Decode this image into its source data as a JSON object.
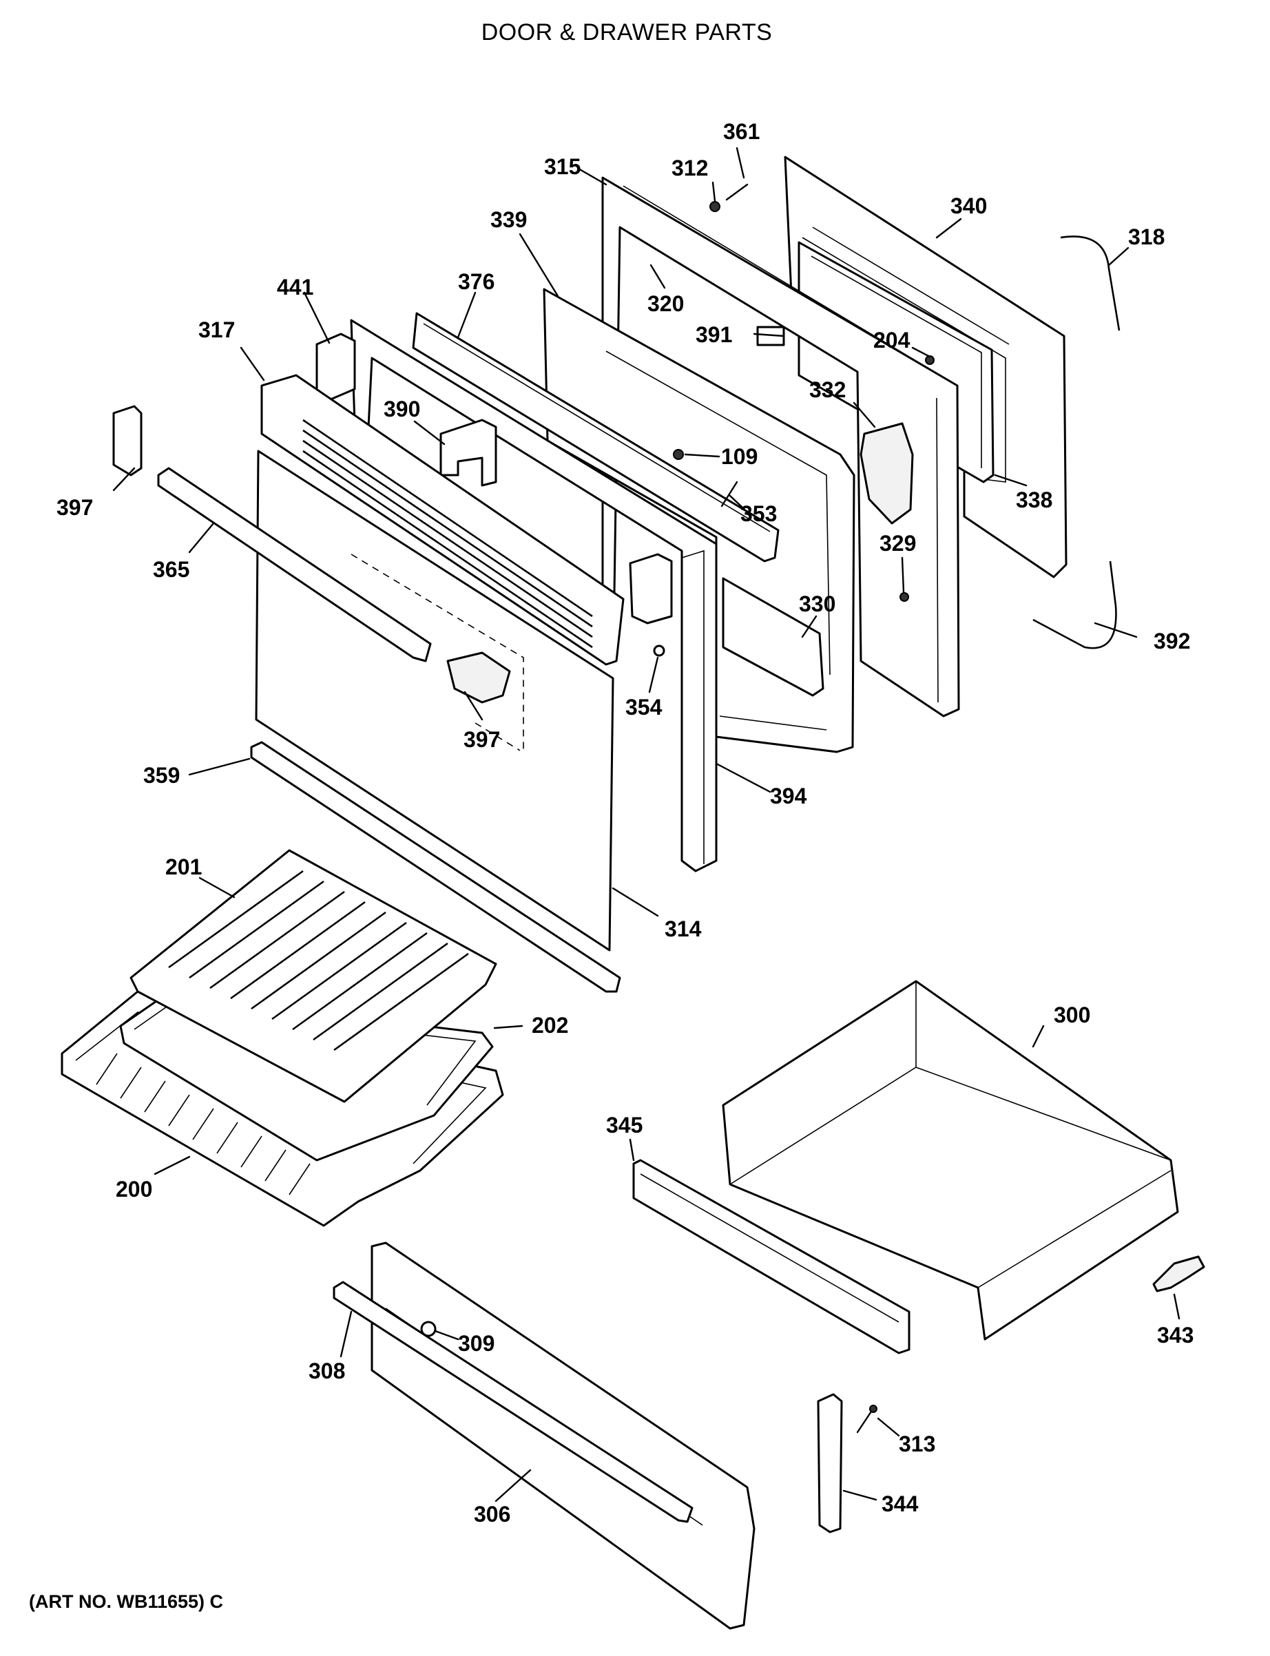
{
  "title": "DOOR & DRAWER PARTS",
  "art_number": "(ART NO. WB11655) C",
  "callouts": {
    "c361": "361",
    "c312": "312",
    "c315": "315",
    "c340": "340",
    "c318": "318",
    "c339": "339",
    "c320": "320",
    "c441": "441",
    "c376": "376",
    "c391": "391",
    "c204": "204",
    "c317": "317",
    "c332": "332",
    "c390": "390",
    "c109": "109",
    "c338": "338",
    "c397a": "397",
    "c353": "353",
    "c329": "329",
    "c365": "365",
    "c330": "330",
    "c392": "392",
    "c354": "354",
    "c397b": "397",
    "c359": "359",
    "c394": "394",
    "c201": "201",
    "c314": "314",
    "c300": "300",
    "c202": "202",
    "c345": "345",
    "c200": "200",
    "c343": "343",
    "c309": "309",
    "c308": "308",
    "c313": "313",
    "c306": "306",
    "c344": "344"
  }
}
